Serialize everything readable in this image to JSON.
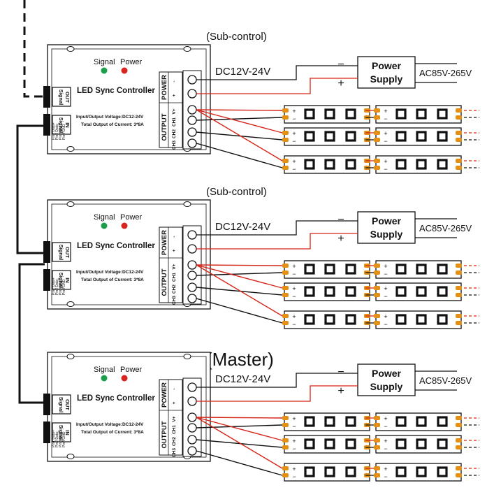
{
  "colors": {
    "ink": "#111111",
    "red": "#d62418",
    "led_green": "#1aa04a",
    "led_red": "#d8241a",
    "pad": "#e39015",
    "dash_red": "#d62418"
  },
  "units": [
    {
      "role": "(Sub-control)",
      "id": "unit-1"
    },
    {
      "role": "(Sub-control)",
      "id": "unit-2"
    },
    {
      "role": "(Master)",
      "id": "unit-3"
    }
  ],
  "controller": {
    "title": "LED Sync Controller",
    "signal": "Signal",
    "power": "Power",
    "signal_out": [
      "Signal",
      "OUT"
    ],
    "signal_in": [
      "Signal",
      "IN"
    ],
    "spec_voltage": "Input/Output Voltage:DC12-24V",
    "spec_current": "Total Output of Current: 3*8A",
    "pins": [
      "Pin1 Data+",
      "Pin2 Data-",
      "Pin3 GND",
      "Pin4 GND"
    ],
    "power_label": "POWER",
    "output_label": "OUTPUT",
    "terminals": [
      "-",
      "+",
      "V+",
      "CH1",
      "CH2",
      "CH3"
    ]
  },
  "supply": {
    "line1": "Power",
    "line2": "Supply",
    "dc": "DC12V-24V",
    "ac": "AC85V-265V",
    "minus": "−",
    "plus": "+"
  },
  "strip": {
    "plus": "+",
    "minus": "−"
  }
}
